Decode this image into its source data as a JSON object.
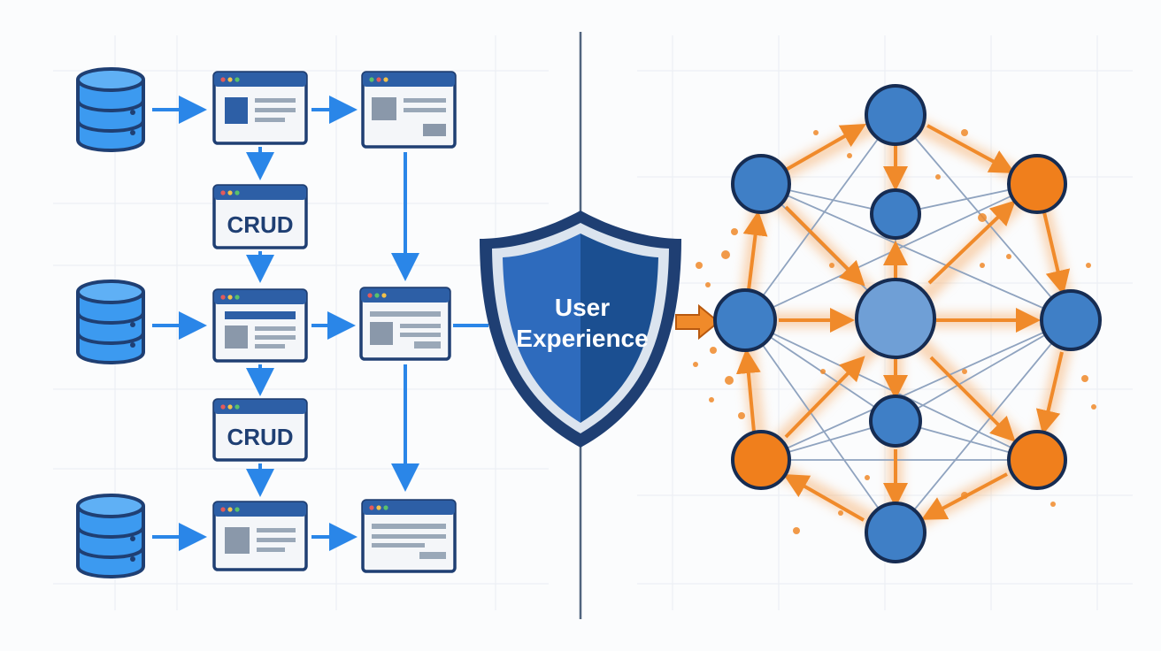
{
  "diagram": {
    "shield": {
      "line1": "User",
      "line2": "Experience"
    },
    "crud_labels": [
      "CRUD",
      "CRUD"
    ]
  },
  "colors": {
    "navy": "#1f3f73",
    "blue_arrow": "#2a86e8",
    "db_fill": "#3c9af0",
    "shield_dark": "#1b4f91",
    "shield_light": "#2e6bbd",
    "node_blue": "#3f7fc6",
    "node_orange": "#f07f1c",
    "edge_orange": "#f08a2a",
    "edge_gray": "#8fa3bf",
    "divider": "#51647e",
    "grid": "#e9edf2"
  },
  "icons": [
    "database-icon",
    "browser-window-icon",
    "shield-icon",
    "network-graph-icon"
  ]
}
